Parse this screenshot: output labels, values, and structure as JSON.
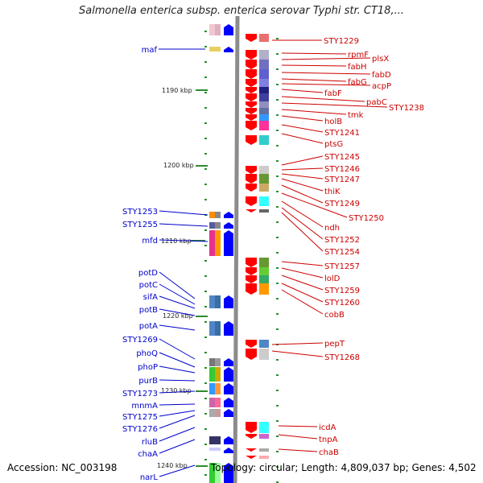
{
  "title": "Salmonella enterica subsp. enterica serovar Typhi str. CT18,...",
  "footer": {
    "accession": "Accession: NC_003198",
    "summary": "Topology: circular; Length: 4,809,037 bp; Genes: 4,502"
  },
  "scale_labels": [
    "1190 kbp",
    "1200 kbp",
    "1210 kbp",
    "1220 kbp",
    "1230 kbp",
    "1240 kbp"
  ],
  "left_genes": [
    "maf",
    "STY1253",
    "STY1255",
    "mfd",
    "potD",
    "potC",
    "sifA",
    "potB",
    "potA",
    "STY1269",
    "phoQ",
    "phoP",
    "purB",
    "STY1273",
    "mnmA",
    "STY1275",
    "STY1276",
    "rluB",
    "chaA",
    "narL"
  ],
  "right_genes": [
    "STY1229",
    "rpmF",
    "plsX",
    "fabH",
    "fabD",
    "fabG",
    "acpP",
    "fabF",
    "pabC",
    "STY1238",
    "tmk",
    "holB",
    "STY1241",
    "ptsG",
    "STY1245",
    "STY1246",
    "STY1247",
    "thiK",
    "STY1249",
    "STY1250",
    "ndh",
    "STY1252",
    "STY1254",
    "STY1257",
    "lolD",
    "STY1259",
    "STY1260",
    "cobB",
    "pepT",
    "STY1268",
    "icdA",
    "tnpA",
    "chaB"
  ],
  "colors": {
    "left_label": "#0000cc",
    "right_label": "#cc0000",
    "left_arrow": "#0000ff",
    "right_arrow": "#ff0000",
    "backbone": "#888888",
    "tick": "#2e8b2e"
  }
}
